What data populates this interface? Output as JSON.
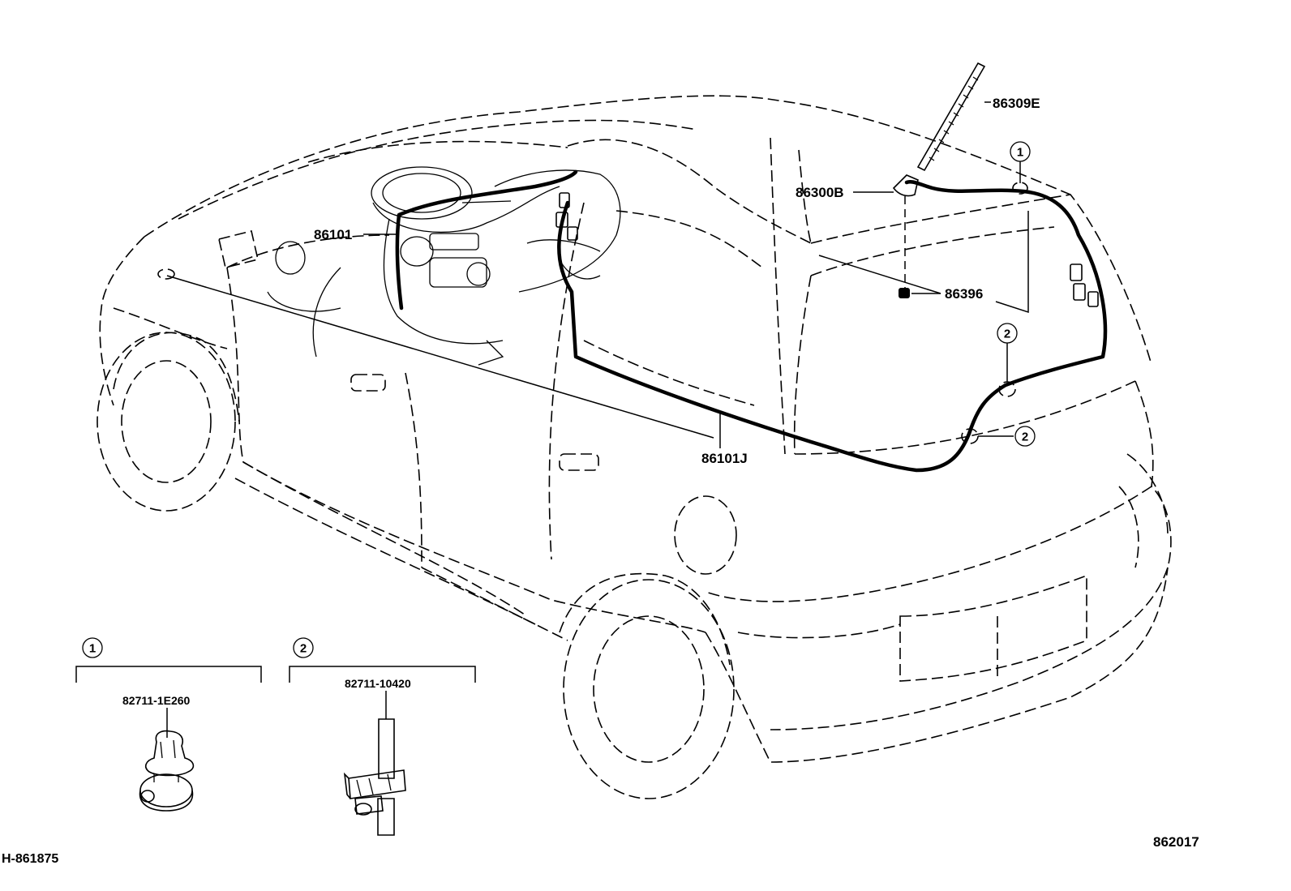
{
  "diagram": {
    "parts": [
      {
        "id": "antenna-rod",
        "label": "86309E"
      },
      {
        "id": "antenna-base",
        "label": "86300B"
      },
      {
        "id": "antenna-cord-front",
        "label": "86101"
      },
      {
        "id": "grommet",
        "label": "86396"
      },
      {
        "id": "antenna-cord-rear",
        "label": "86101J"
      }
    ],
    "callouts": [
      {
        "id": "clip-1-roof",
        "number": "1"
      },
      {
        "id": "clip-2-upper",
        "number": "2"
      },
      {
        "id": "clip-2-lower",
        "number": "2"
      }
    ],
    "insets": [
      {
        "id": "inset-1",
        "number": "1",
        "part_number": "82711-1E260"
      },
      {
        "id": "inset-2",
        "number": "2",
        "part_number": "82711-10420"
      }
    ],
    "footer": {
      "left_code": "H-861875",
      "right_code": "862017"
    }
  }
}
